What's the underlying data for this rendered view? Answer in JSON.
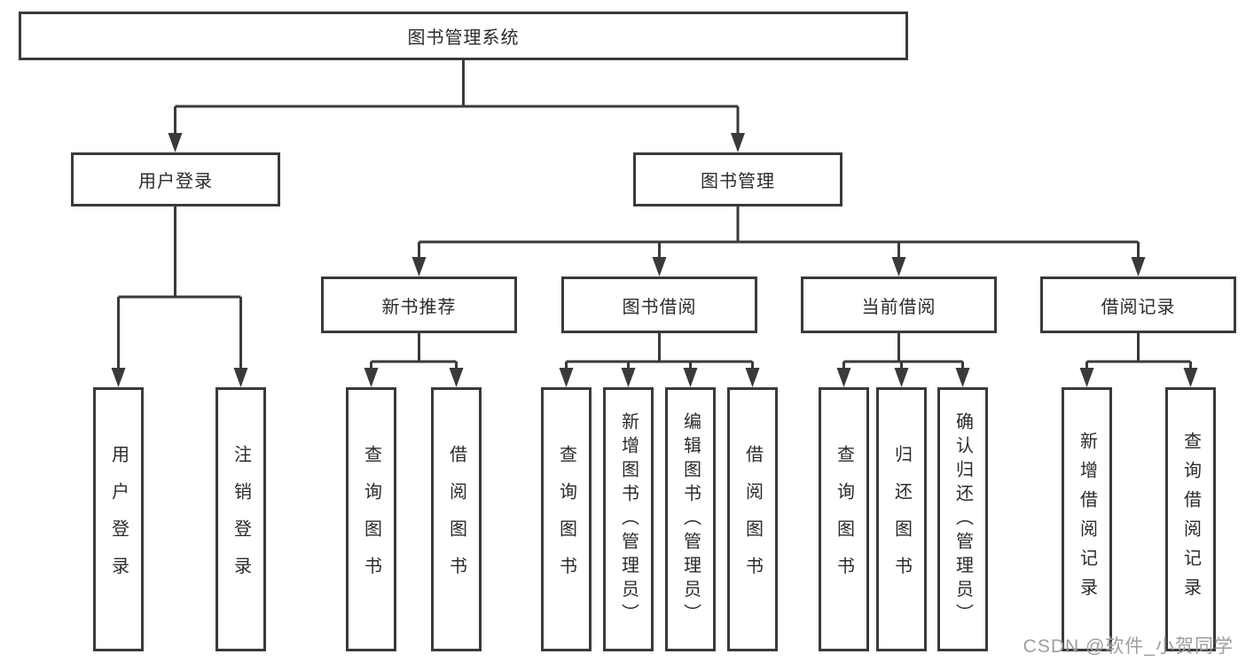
{
  "diagram": {
    "title_node": {
      "label": "图书管理系统"
    },
    "level2": [
      {
        "id": "user-login",
        "label": "用户登录"
      },
      {
        "id": "book-management",
        "label": "图书管理"
      }
    ],
    "level3": [
      {
        "id": "new-book-recommend",
        "parent": "book-management",
        "label": "新书推荐"
      },
      {
        "id": "book-borrowing",
        "parent": "book-management",
        "label": "图书借阅"
      },
      {
        "id": "current-borrowing",
        "parent": "book-management",
        "label": "当前借阅"
      },
      {
        "id": "borrow-records",
        "parent": "book-management",
        "label": "借阅记录"
      }
    ],
    "leaves": [
      {
        "id": "user-login-action",
        "parent": "user-login",
        "label": "用户登录"
      },
      {
        "id": "logout",
        "parent": "user-login",
        "label": "注销登录"
      },
      {
        "id": "query-books-recommend",
        "parent": "new-book-recommend",
        "label": "查询图书"
      },
      {
        "id": "borrow-books-recommend",
        "parent": "new-book-recommend",
        "label": "借阅图书"
      },
      {
        "id": "query-books-borrowing",
        "parent": "book-borrowing",
        "label": "查询图书"
      },
      {
        "id": "add-books-admin",
        "parent": "book-borrowing",
        "label": "新增图书（管理员）"
      },
      {
        "id": "edit-books-admin",
        "parent": "book-borrowing",
        "label": "编辑图书（管理员）"
      },
      {
        "id": "borrow-books-borrowing",
        "parent": "book-borrowing",
        "label": "借阅图书"
      },
      {
        "id": "query-books-current",
        "parent": "current-borrowing",
        "label": "查询图书"
      },
      {
        "id": "return-books",
        "parent": "current-borrowing",
        "label": "归还图书"
      },
      {
        "id": "confirm-return-admin",
        "parent": "current-borrowing",
        "label": "确认归还（管理员）"
      },
      {
        "id": "add-borrow-record",
        "parent": "borrow-records",
        "label": "新增借阅记录"
      },
      {
        "id": "query-borrow-record",
        "parent": "borrow-records",
        "label": "查询借阅记录"
      }
    ],
    "watermark": "CSDN @软件_小贺同学"
  },
  "colors": {
    "line": "#3a3a3a",
    "box_border": "#3a3a3a",
    "text": "#2b2b2b",
    "background": "#ffffff",
    "watermark": "#9e9e9e"
  }
}
